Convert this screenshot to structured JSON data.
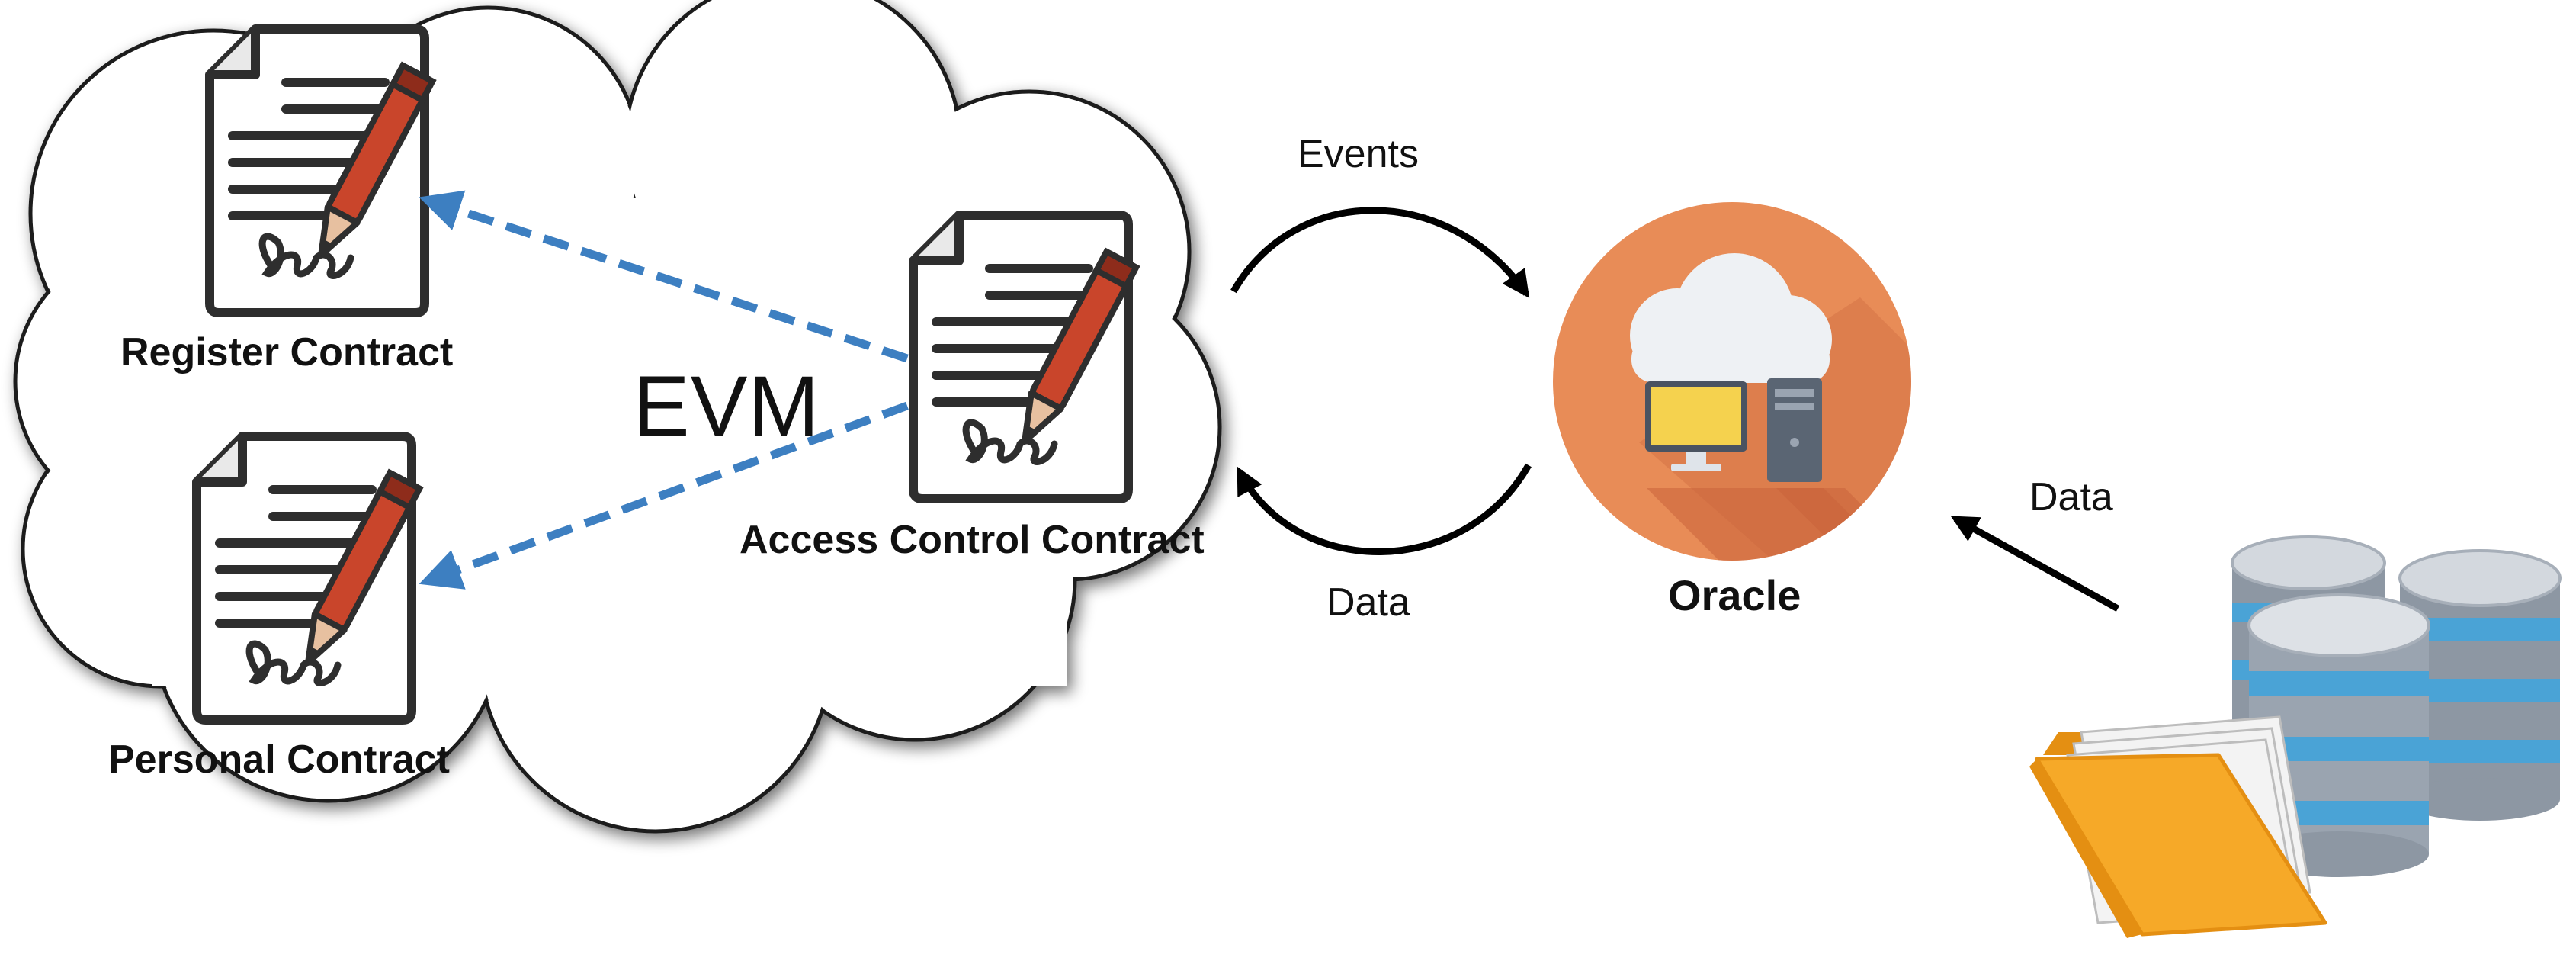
{
  "labels": {
    "evm": "EVM",
    "register_contract": "Register Contract",
    "personal_contract": "Personal Contract",
    "access_control_contract": "Access Control Contract",
    "oracle": "Oracle",
    "events": "Events",
    "data_to_contract": "Data",
    "data_from_source": "Data"
  },
  "icons": [
    "cloud-icon",
    "contract-document-icon",
    "pen-icon",
    "oracle-icon",
    "database-icon",
    "folder-icon"
  ],
  "colors": {
    "dashed_arrow": "#3d7fc1",
    "pen": "#c9452b",
    "oracle_circle": "#e88c57",
    "oracle_shadow": "#c9633b",
    "monitor_screen": "#f5d24e",
    "folder": "#f6a928",
    "database_band": "#4aa3d6"
  }
}
